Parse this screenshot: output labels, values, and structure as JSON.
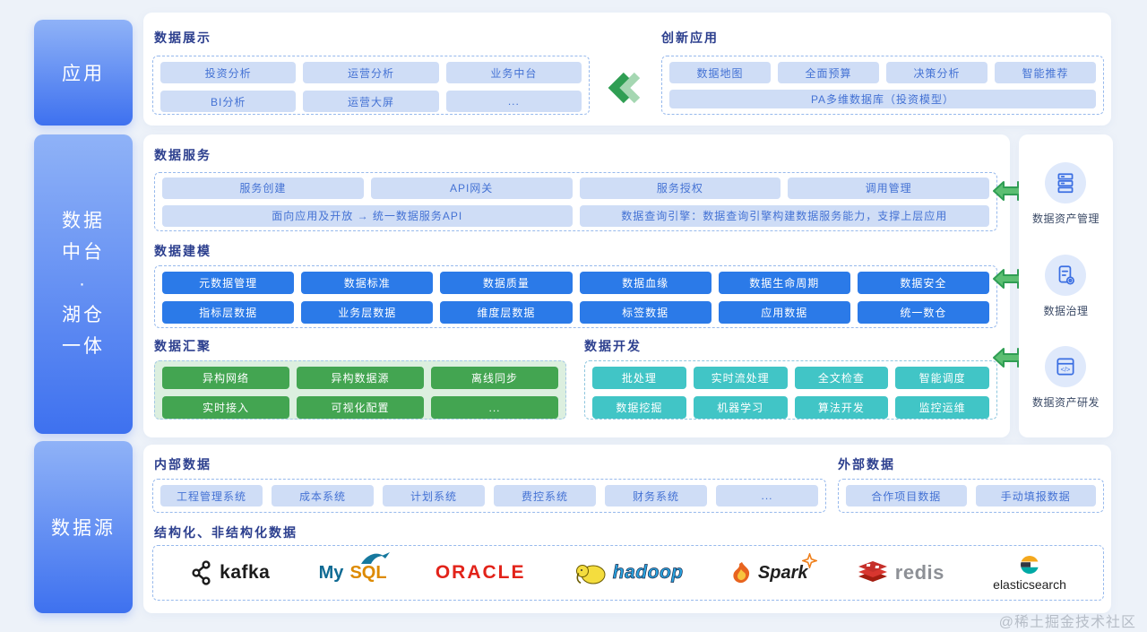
{
  "left_rail": {
    "application": "应用",
    "platform_lines": [
      "数据",
      "中台",
      "·",
      "湖仓",
      "一体"
    ],
    "datasource": "数据源"
  },
  "top_card": {
    "display": {
      "title": "数据展示",
      "buttons": [
        "投资分析",
        "运营分析",
        "业务中台",
        "BI分析",
        "运营大屏",
        "..."
      ]
    },
    "innovation": {
      "title": "创新应用",
      "buttons": [
        "数据地图",
        "全面预算",
        "决策分析",
        "智能推荐"
      ],
      "wide_button": "PA多维数据库（投资模型）"
    }
  },
  "middle_card": {
    "services": {
      "title": "数据服务",
      "buttons": [
        "服务创建",
        "API网关",
        "服务授权",
        "调用管理"
      ],
      "wide_buttons": [
        "面向应用及开放 → 统一数据服务API",
        "数据查询引擎：数据查询引擎构建数据服务能力，支撑上层应用"
      ]
    },
    "modeling": {
      "title": "数据建模",
      "buttons": [
        "元数据管理",
        "数据标准",
        "数据质量",
        "数据血缘",
        "数据生命周期",
        "数据安全",
        "指标层数据",
        "业务层数据",
        "维度层数据",
        "标签数据",
        "应用数据",
        "统一数仓"
      ]
    },
    "aggregation": {
      "title": "数据汇聚",
      "buttons": [
        "异构网络",
        "异构数据源",
        "离线同步",
        "实时接入",
        "可视化配置",
        "..."
      ]
    },
    "development": {
      "title": "数据开发",
      "buttons": [
        "批处理",
        "实时流处理",
        "全文检查",
        "智能调度",
        "数据挖掘",
        "机器学习",
        "算法开发",
        "监控运维"
      ]
    }
  },
  "right_panel": {
    "items": [
      {
        "label": "数据资产管理",
        "icon": "server-stack-icon"
      },
      {
        "label": "数据治理",
        "icon": "document-gear-icon"
      },
      {
        "label": "数据资产研发",
        "icon": "code-window-icon"
      }
    ]
  },
  "bottom_card": {
    "internal": {
      "title": "内部数据",
      "buttons": [
        "工程管理系统",
        "成本系统",
        "计划系统",
        "费控系统",
        "财务系统",
        "..."
      ]
    },
    "external": {
      "title": "外部数据",
      "buttons": [
        "合作项目数据",
        "手动填报数据"
      ]
    },
    "structured": {
      "title": "结构化、非结构化数据",
      "logos": [
        {
          "name": "kafka",
          "text": "kafka"
        },
        {
          "name": "mysql",
          "text_my": "My",
          "text_sql": "SQL"
        },
        {
          "name": "oracle",
          "text": "ORACLE"
        },
        {
          "name": "hadoop",
          "text": "hadoop"
        },
        {
          "name": "spark",
          "text": "Spark"
        },
        {
          "name": "redis",
          "text": "redis"
        },
        {
          "name": "elasticsearch",
          "text": "elasticsearch"
        }
      ]
    }
  },
  "watermark": "@稀土掘金技术社区",
  "colors": {
    "page_bg": "#edf2f9",
    "title_navy": "#2c3f8e",
    "chip_bg": "#cfddf6",
    "chip_text": "#4472d4",
    "solid_blue": "#2b7ae8",
    "solid_green": "#43a551",
    "solid_teal": "#41c5c6",
    "green_box_bg": "#dcefdf",
    "rail_gradient_top": "#8fb2f7",
    "rail_gradient_bottom": "#3e71ef",
    "arrow_green": "#5cbf72"
  }
}
